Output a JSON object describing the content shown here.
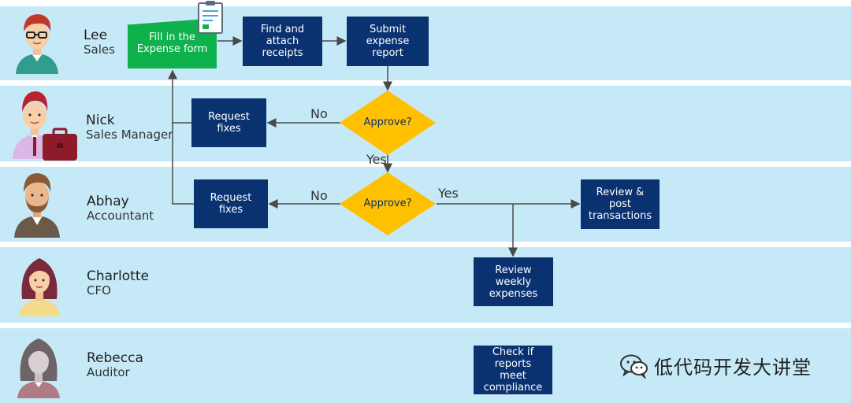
{
  "lanes": [
    {
      "name": "Lee",
      "role": "Sales"
    },
    {
      "name": "Nick",
      "role": "Sales Manager"
    },
    {
      "name": "Abhay",
      "role": "Accountant"
    },
    {
      "name": "Charlotte",
      "role": "CFO"
    },
    {
      "name": "Rebecca",
      "role": "Auditor"
    }
  ],
  "steps": {
    "fill_form": "Fill in the\nExpense form",
    "find_receipts": "Find and\nattach receipts",
    "submit_report": "Submit\nexpense report",
    "request_fixes_manager": "Request\nfixes",
    "approve_manager": "Approve?",
    "request_fixes_accountant": "Request\nfixes",
    "approve_accountant": "Approve?",
    "review_post": "Review & post\ntransactions",
    "review_weekly": "Review weekly\nexpenses",
    "check_compliance": "Check if\nreports\nmeet\ncompliance"
  },
  "edge_labels": {
    "no_manager": "No",
    "yes_manager": "Yes",
    "no_accountant": "No",
    "yes_accountant": "Yes"
  },
  "watermark": {
    "text": "低代码开发大讲堂",
    "icon": "wechat-icon"
  },
  "colors": {
    "lane": "#c6e9f8",
    "box": "#0a3271",
    "start_box": "#0fb14d",
    "decision": "#ffc000",
    "connector": "#4a4a4a"
  }
}
